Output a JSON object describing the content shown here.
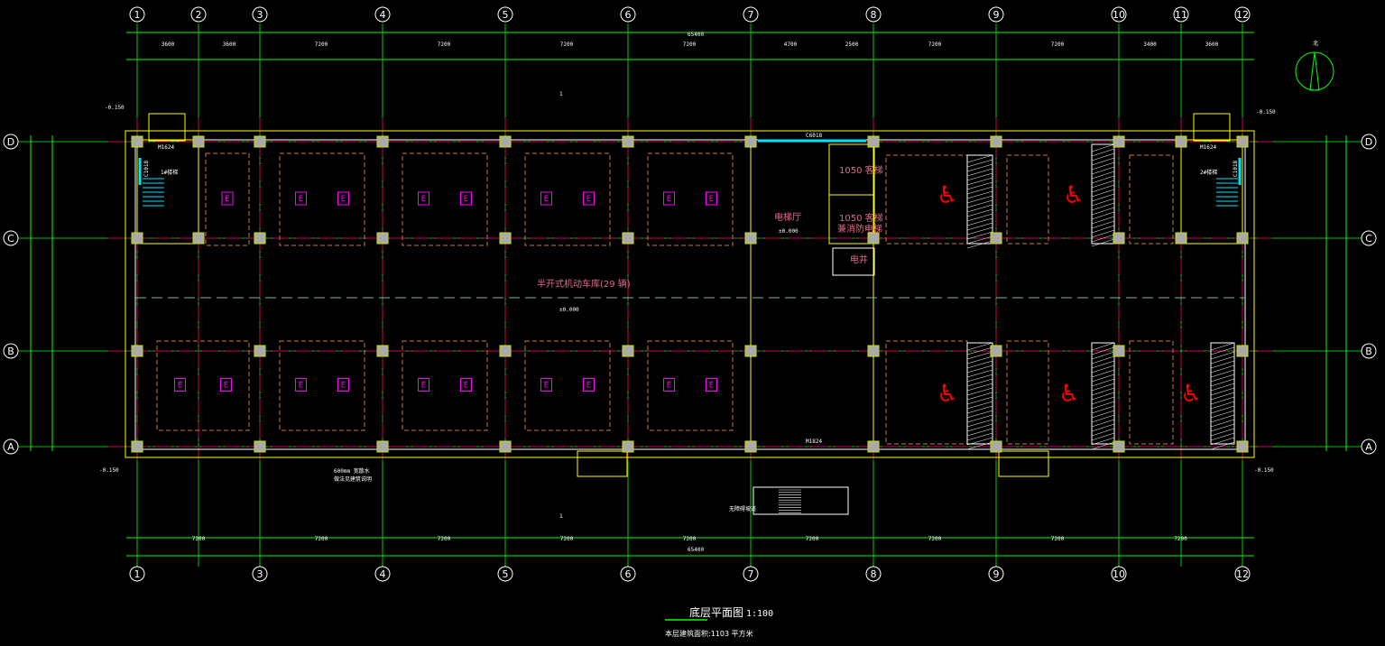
{
  "title": "底层平面图",
  "scale": "1:100",
  "area_note": "本层建筑面积:1103  平方米",
  "columns": [
    "1",
    "2",
    "3",
    "4",
    "5",
    "6",
    "7",
    "8",
    "9",
    "10",
    "11",
    "12"
  ],
  "bottom_columns": [
    "1",
    "3",
    "4",
    "5",
    "6",
    "7",
    "8",
    "9",
    "10",
    "12"
  ],
  "rows": [
    "D",
    "C",
    "B",
    "A"
  ],
  "overall_dim": "65400",
  "top_dims": [
    "3600",
    "3600",
    "7200",
    "7200",
    "7200",
    "7200",
    "4700",
    "2500",
    "7200",
    "7200",
    "3400",
    "3600"
  ],
  "bottom_dims": [
    "7200",
    "7200",
    "7200",
    "7200",
    "7200",
    "7200",
    "7200",
    "7200",
    "7200"
  ],
  "rooms": {
    "garage": "半开式机动车库(29 辆)",
    "elevator_hall": "电梯厅",
    "shaft": "电井",
    "stair1": "1#楼梯",
    "stair2": "2#楼梯",
    "elevator1": "1050 客梯",
    "elevator2": "1050 客梯",
    "fire_elevator": "兼消防电梯",
    "ramp": "无障碍坡道",
    "drain_note": "600mm 宽散水",
    "drain_note2": "做法见建筑说明"
  },
  "levels": {
    "floor": "±0.000",
    "outside": "-0.150"
  },
  "doors": {
    "m1": "M1624",
    "m2": "M1624",
    "m3": "M1824",
    "window_top": "C6018",
    "c1": "C1018",
    "c2": "C1018"
  },
  "section_mark": "1",
  "parking_label": "E",
  "north_label": "北",
  "colors": {
    "grid": "#00ff00",
    "axis": "#c8005a",
    "wall": "#ffff00",
    "column": "#aaaaaa",
    "parking": "#c87a3a",
    "label": "#e06a8a",
    "window": "#00e5ff",
    "accessible": "#ff0000"
  }
}
